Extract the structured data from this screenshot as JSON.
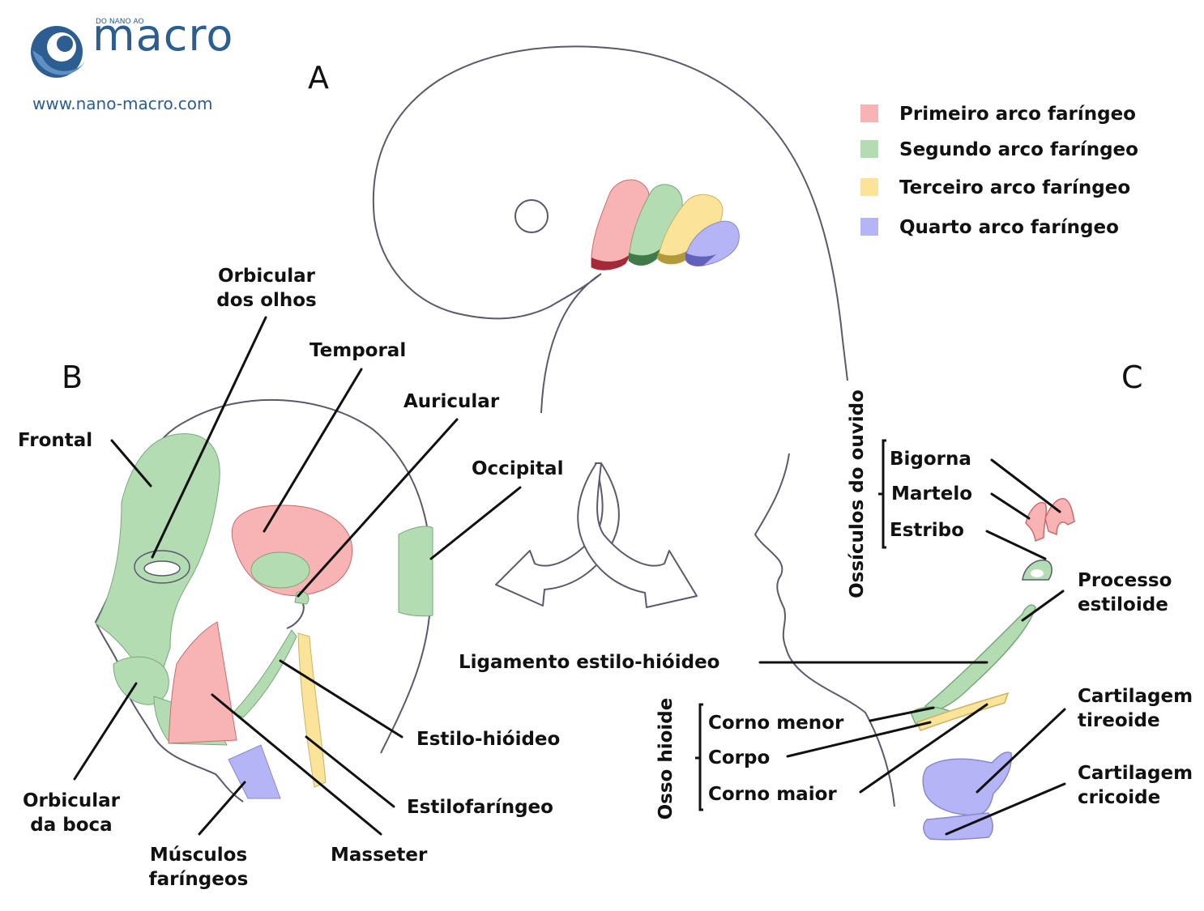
{
  "logo": {
    "brand": "macro",
    "tagline": "DO NANO AO",
    "url": "www.nano-macro.com"
  },
  "panels": {
    "a": "A",
    "b": "B",
    "c": "C"
  },
  "colors": {
    "first_arch": "#f8b4b4",
    "second_arch": "#b3dcb3",
    "third_arch": "#fbe49a",
    "fourth_arch": "#b4b4f6",
    "outline": "#5a5a6e",
    "logo_blue": "#2c5e92"
  },
  "legend": [
    {
      "label": "Primeiro arco faríngeo",
      "color": "#f8b4b4"
    },
    {
      "label": "Segundo arco faríngeo",
      "color": "#b3dcb3"
    },
    {
      "label": "Terceiro arco faríngeo",
      "color": "#fbe49a"
    },
    {
      "label": "Quarto arco faríngeo",
      "color": "#b4b4f6"
    }
  ],
  "labels_b": {
    "orbicular_olhos": "Orbicular\ndos olhos",
    "temporal": "Temporal",
    "auricular": "Auricular",
    "frontal": "Frontal",
    "occipital": "Occipital",
    "estilo_hioideo": "Estilo-hióideo",
    "estilofaringeo": "Estilofaríngeo",
    "orbicular_boca": "Orbicular\nda boca",
    "musculos_faringeos": "Músculos\nfaríngeos",
    "masseter": "Masseter"
  },
  "labels_c": {
    "ossiculos": "Ossículos do ouvido",
    "bigorna": "Bigorna",
    "martelo": "Martelo",
    "estribo": "Estribo",
    "processo_estiloide": "Processo\nestiloide",
    "ligamento": "Ligamento estilo-hióideo",
    "osso_hioide": "Osso hioide",
    "corno_menor": "Corno menor",
    "corpo": "Corpo",
    "corno_maior": "Corno maior",
    "cartilagem_tireoide": "Cartilagem\ntireoide",
    "cartilagem_cricoide": "Cartilagem\ncricoide"
  }
}
